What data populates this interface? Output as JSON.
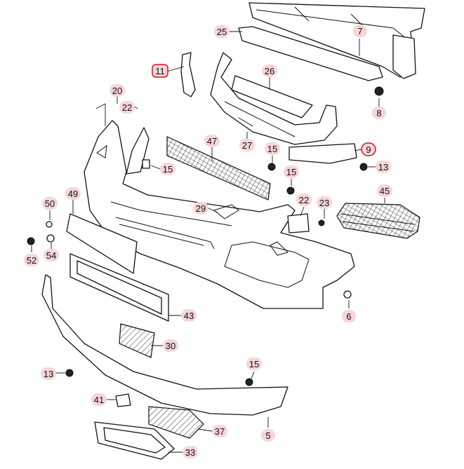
{
  "diagram": {
    "labels": {
      "p25": "25",
      "p7": "7",
      "p11": "11",
      "p26": "26",
      "p8": "8",
      "p20": "20",
      "p22a": "22",
      "p47": "47",
      "p27": "27",
      "p15a": "15",
      "p9": "9",
      "p13a": "13",
      "p15b": "15",
      "p15c": "15",
      "p45": "45",
      "p50": "50",
      "p49": "49",
      "p29": "29",
      "p22b": "22",
      "p23": "23",
      "p52": "52",
      "p54": "54",
      "p6": "6",
      "p43": "43",
      "p30": "30",
      "p13b": "13",
      "p15d": "15",
      "p41": "41",
      "p37": "37",
      "p5": "5",
      "p33": "33"
    },
    "highlighted": [
      "11",
      "9"
    ],
    "colors": {
      "highlight_fill": "#f6d6d8",
      "ring": "#d2141c",
      "line": "#111111"
    }
  }
}
